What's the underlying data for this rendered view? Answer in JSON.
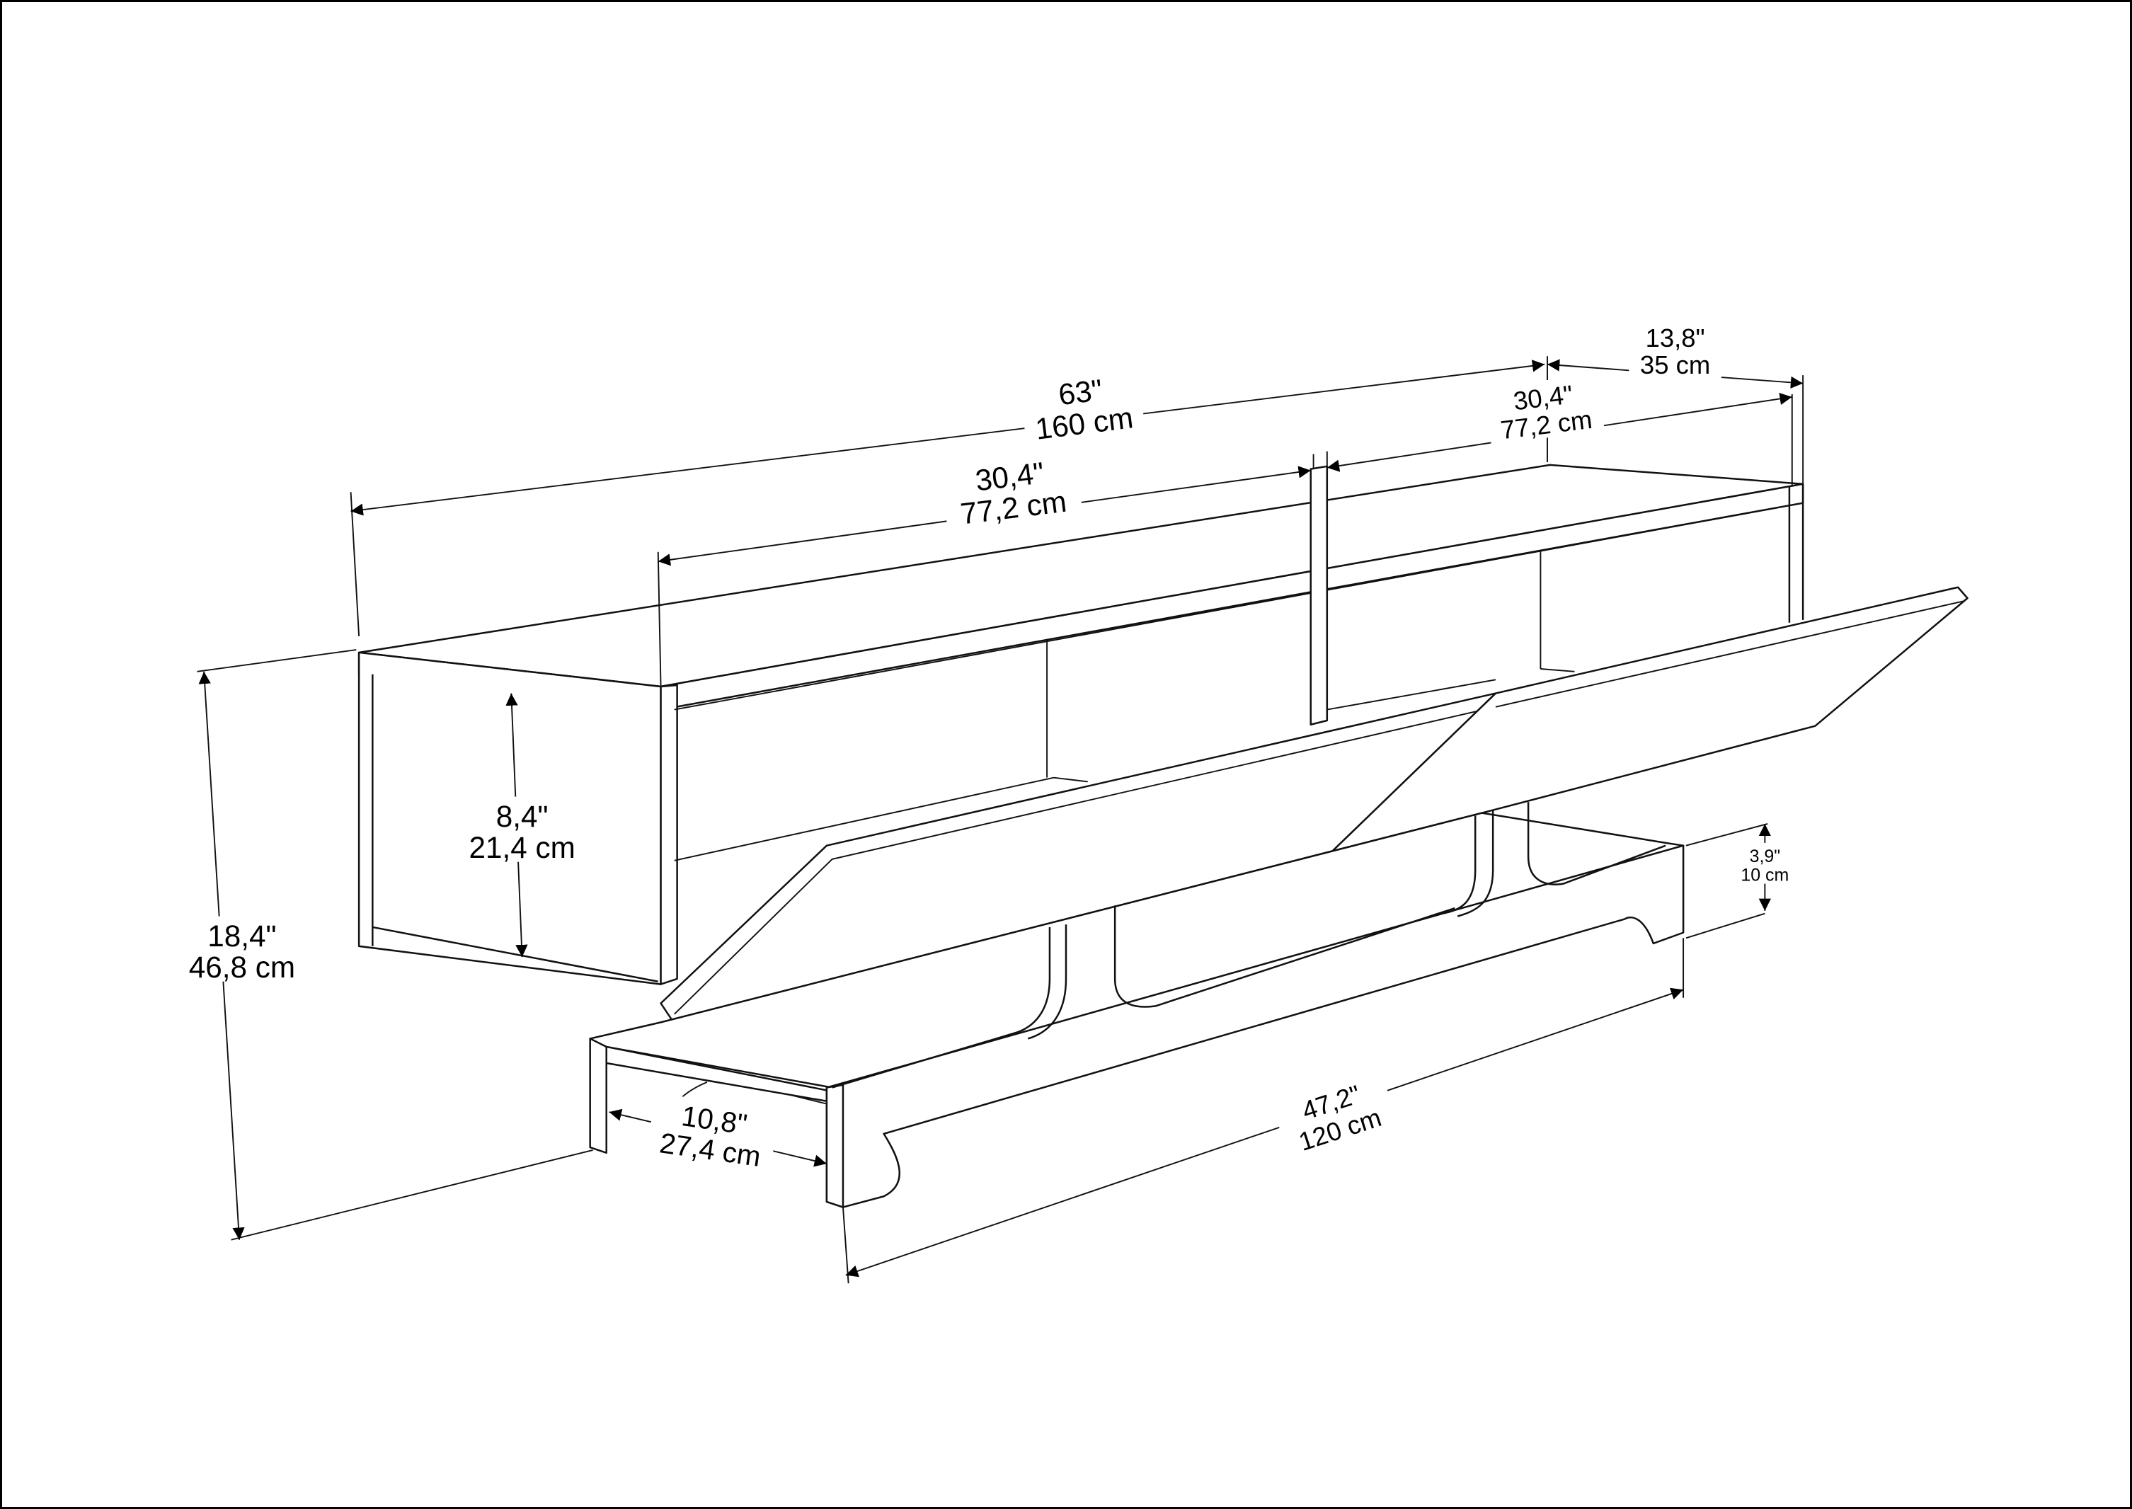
{
  "diagram": {
    "type": "technical-dimension-drawing",
    "subject": "wall-mounted TV unit with flip-down doors and lower shelf",
    "colors": {
      "line": "#111111",
      "background": "#ffffff",
      "border": "#000000"
    }
  },
  "dimensions": {
    "total_width": {
      "inch": "63\"",
      "cm": "160 cm"
    },
    "left_compartment": {
      "inch": "30,4\"",
      "cm": "77,2 cm"
    },
    "right_compartment": {
      "inch": "30,4\"",
      "cm": "77,2 cm"
    },
    "depth": {
      "inch": "13,8\"",
      "cm": "35 cm"
    },
    "compartment_height": {
      "inch": "8,4\"",
      "cm": "21,4 cm"
    },
    "total_height": {
      "inch": "18,4\"",
      "cm": "46,8 cm"
    },
    "shelf_height": {
      "inch": "3,9\"",
      "cm": "10 cm"
    },
    "shelf_depth": {
      "inch": "10,8\"",
      "cm": "27,4 cm"
    },
    "shelf_width": {
      "inch": "47,2\"",
      "cm": "120 cm"
    }
  }
}
